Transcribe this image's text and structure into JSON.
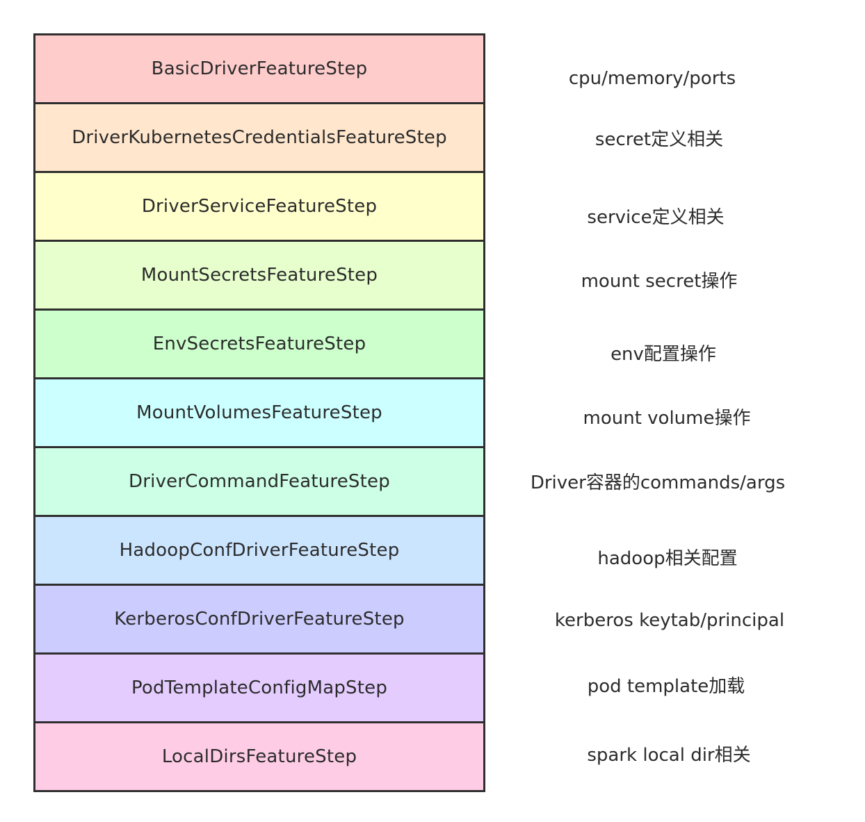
{
  "steps": [
    {
      "label": "BasicDriverFeatureStep",
      "color": "#ffcccc",
      "description": "cpu/memory/ports"
    },
    {
      "label": "DriverKubernetesCredentialsFeatureStep",
      "color": "#ffe6cc",
      "description": "secret定义相关"
    },
    {
      "label": "DriverServiceFeatureStep",
      "color": "#ffffcc",
      "description": "service定义相关"
    },
    {
      "label": "MountSecretsFeatureStep",
      "color": "#e6ffcc",
      "description": "mount secret操作"
    },
    {
      "label": "EnvSecretsFeatureStep",
      "color": "#ccffcc",
      "description": "env配置操作"
    },
    {
      "label": "MountVolumesFeatureStep",
      "color": "#ccffff",
      "description": "mount volume操作"
    },
    {
      "label": "DriverCommandFeatureStep",
      "color": "#ccffe6",
      "description": "Driver容器的commands/args"
    },
    {
      "label": "HadoopConfDriverFeatureStep",
      "color": "#cce5ff",
      "description": "hadoop相关配置"
    },
    {
      "label": "KerberosConfDriverFeatureStep",
      "color": "#ccccff",
      "description": "kerberos keytab/principal"
    },
    {
      "label": "PodTemplateConfigMapStep",
      "color": "#e5ccff",
      "description": "pod template加载"
    },
    {
      "label": "LocalDirsFeatureStep",
      "color": "#ffcce6",
      "description": "spark local dir相关"
    }
  ]
}
